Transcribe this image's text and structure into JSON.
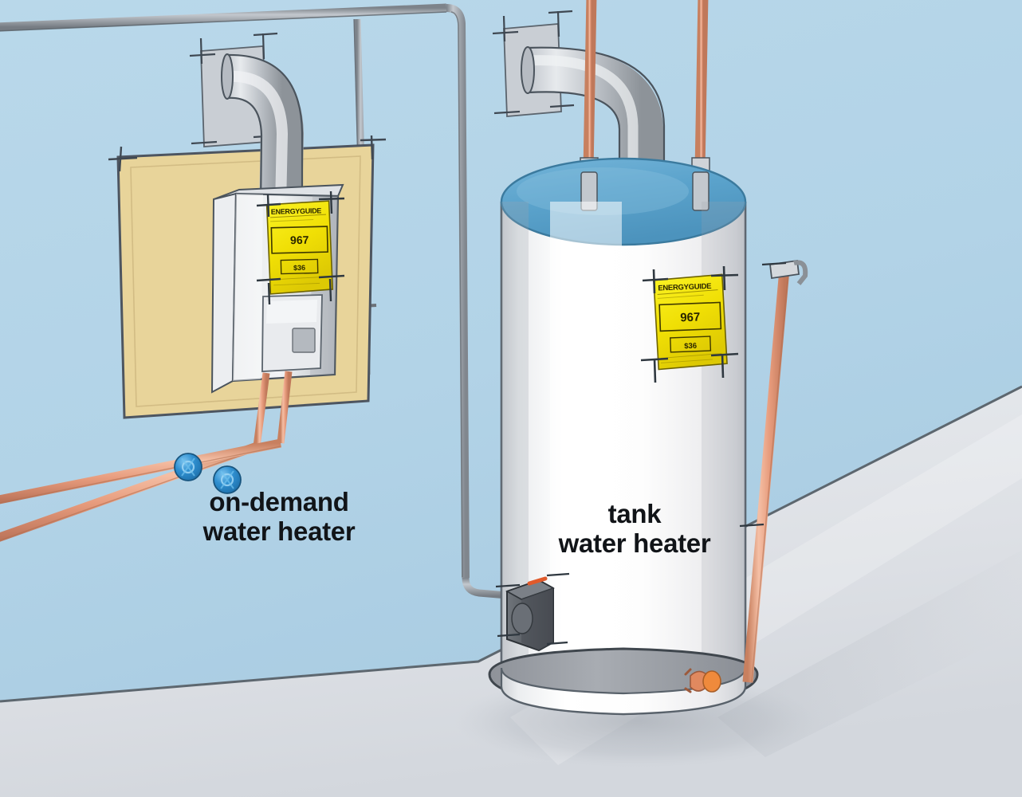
{
  "illustration": {
    "title": "Water heater comparison: on-demand versus tank",
    "scene": "Basement utility room with light blue wall and gray floor"
  },
  "labels": {
    "ondemand": "on-demand\nwater heater",
    "tank": "tank\nwater heater"
  },
  "energyguide": {
    "heading": "ENERGYGUIDE",
    "estimate_value": "967",
    "cost_value": "$36"
  },
  "colors": {
    "wall": "#b3d4e8",
    "wall_shadow": "#a7cbe2",
    "floor": "#e3e6ea",
    "floor_shadow": "#d2d6dc",
    "tank_body": "#fbfbfb",
    "tank_body_shade": "#d9dadd",
    "tank_top": "#5ba3cc",
    "tank_top_rim": "#4a8fb8",
    "base_ring": "#9a9ea4",
    "mount_panel": "#e8d49a",
    "metal_light": "#d5d8dc",
    "metal_mid": "#a9aeb4",
    "metal_dark": "#7f858c",
    "copper": "#e8a183",
    "copper_light": "#f4c0a6",
    "copper_dark": "#c47a5c",
    "valve_blue": "#2f8fd0",
    "gas_box": "#5b6066",
    "label_yellow": "#f2e206",
    "outline": "#3a4750",
    "text": "#111418"
  },
  "components": {
    "ondemand_unit": "wall-mounted tankless water heater",
    "tank_unit": "floor-standing storage tank water heater",
    "vent_pipes": 2,
    "copper_supply_pipes": 4,
    "shutoff_valves": 2,
    "gas_control_valve": "tank gas control box",
    "drain_valve": "copper drain valve",
    "tp_relief_pipe": "temperature and pressure relief discharge pipe"
  }
}
